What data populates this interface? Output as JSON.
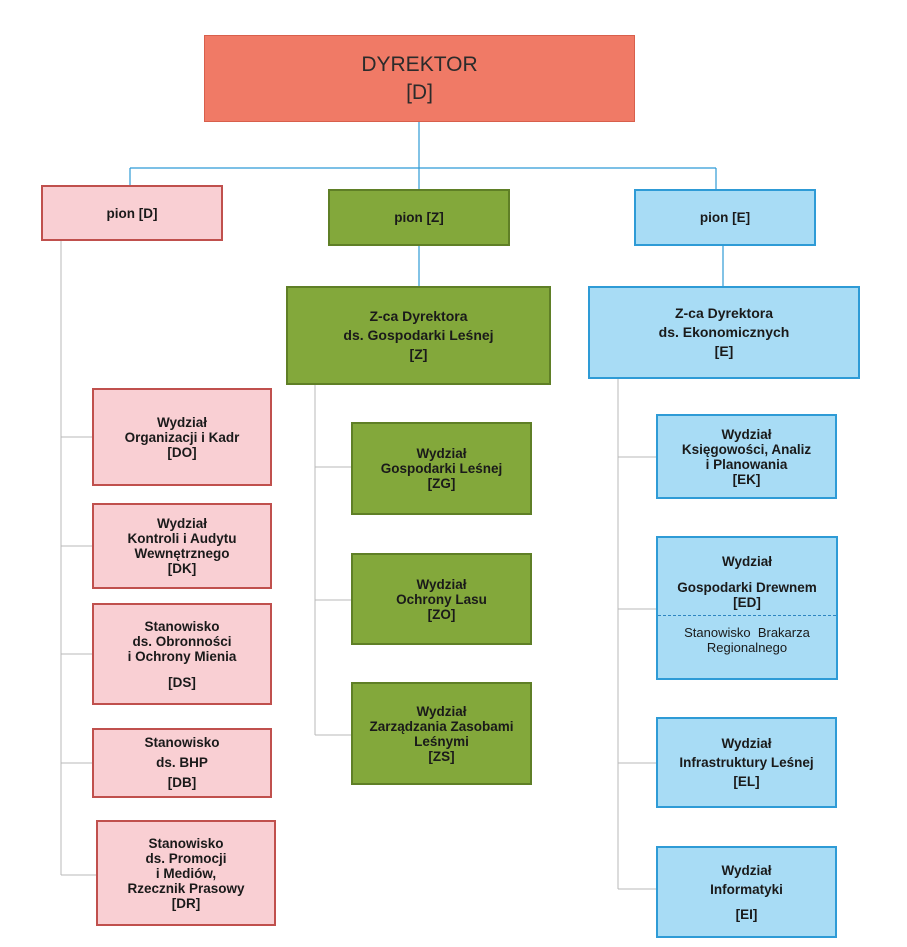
{
  "colors": {
    "director": "#f07a66",
    "pion_d": "#f9cfd3",
    "pion_z": "#83a83b",
    "pion_e": "#a8dcf5",
    "connector": "#2e9bd6"
  },
  "director": {
    "line1": "DYREKTOR",
    "line2": "[D]"
  },
  "pion_d": {
    "label": "pion [D]",
    "units": [
      {
        "line1": "Wydział",
        "line2": "Organizacji i Kadr",
        "code": "[DO]"
      },
      {
        "line1": "Wydział",
        "line2": "Kontroli i Audytu",
        "line3": "Wewnętrznego",
        "code": "[DK]"
      },
      {
        "line1": "Stanowisko",
        "line2": "ds. Obronności",
        "line3": "i Ochrony Mienia",
        "code": "[DS]"
      },
      {
        "line1": "Stanowisko",
        "line2": "ds. BHP",
        "code": "[DB]"
      },
      {
        "line1": "Stanowisko",
        "line2": "ds. Promocji",
        "line3": "i Mediów,",
        "line4": "Rzecznik Prasowy",
        "code": "[DR]"
      }
    ]
  },
  "pion_z": {
    "label": "pion [Z]",
    "deputy": {
      "line1": "Z-ca Dyrektora",
      "line2": "ds. Gospodarki Leśnej",
      "code": "[Z]"
    },
    "units": [
      {
        "line1": "Wydział",
        "line2": "Gospodarki Leśnej",
        "code": "[ZG]"
      },
      {
        "line1": "Wydział",
        "line2": "Ochrony Lasu",
        "code": "[ZO]"
      },
      {
        "line1": "Wydział",
        "line2": "Zarządzania Zasobami",
        "line3": "Leśnymi",
        "code": "[ZS]"
      }
    ]
  },
  "pion_e": {
    "label": "pion [E]",
    "deputy": {
      "line1": "Z-ca Dyrektora",
      "line2": "ds. Ekonomicznych",
      "code": "[E]"
    },
    "units": [
      {
        "line1": "Wydział",
        "line2": "Księgowości, Analiz",
        "line3": "i Planowania",
        "code": "[EK]"
      },
      {
        "line1": "Wydział",
        "line2": "Gospodarki Drewnem",
        "code": "[ED]",
        "sub1": "Stanowisko  Brakarza",
        "sub2": "Regionalnego"
      },
      {
        "line1": "Wydział",
        "line2": "Infrastruktury Leśnej",
        "code": "[EL]"
      },
      {
        "line1": "Wydział",
        "line2": "Informatyki",
        "code": "[EI]"
      }
    ]
  }
}
